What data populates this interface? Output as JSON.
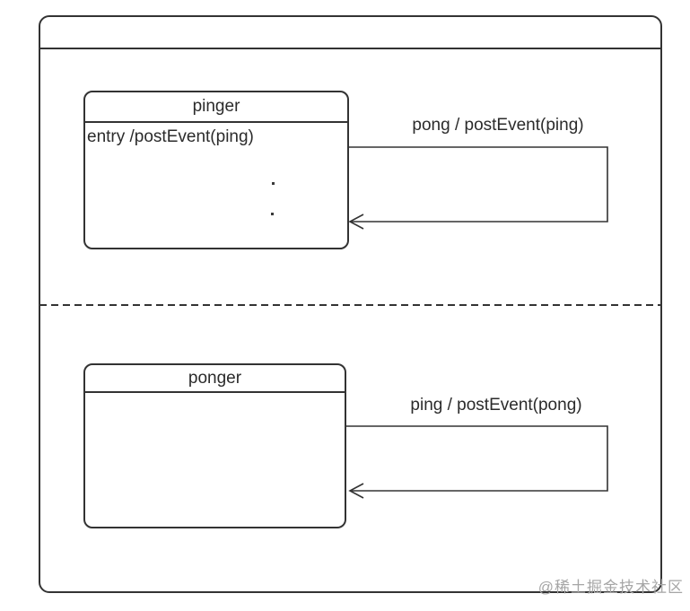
{
  "diagram": {
    "type": "uml-state-machine",
    "composite_state": {
      "title": "",
      "region_separator_style": "dashed"
    },
    "regions": [
      {
        "state": {
          "title": "pinger",
          "body": "entry /postEvent(ping)"
        },
        "transition": {
          "label": "pong / postEvent(ping)",
          "kind": "self-loop"
        }
      },
      {
        "state": {
          "title": "ponger",
          "body": ""
        },
        "transition": {
          "label": "ping / postEvent(pong)",
          "kind": "self-loop"
        }
      }
    ],
    "watermark": "@稀土掘金技术社区"
  },
  "colors": {
    "line": "#333333",
    "text": "#2b2b2b",
    "watermark": "#a6a6a6",
    "background": "#ffffff"
  }
}
